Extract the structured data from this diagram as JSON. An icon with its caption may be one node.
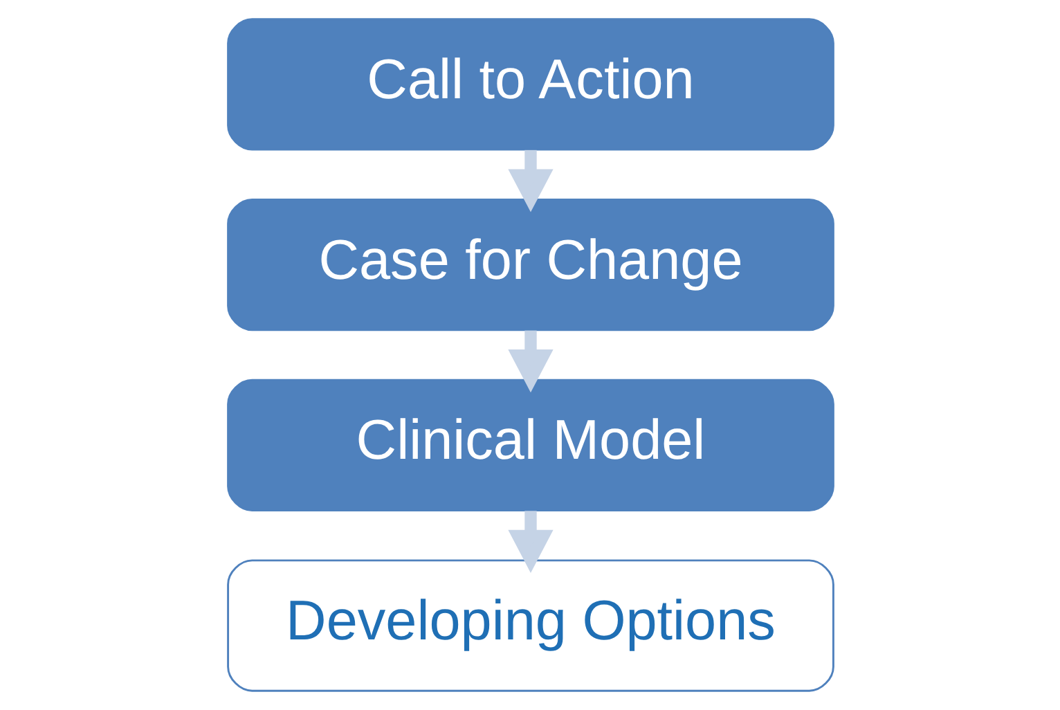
{
  "diagram": {
    "nodes": [
      {
        "text": [
          "Call to Action"
        ]
      },
      {
        "text": [
          "Case for Change"
        ]
      },
      {
        "text": [
          "Clinical Model"
        ]
      },
      {
        "text": [
          "Developing Options"
        ]
      }
    ],
    "edges": [
      {
        "from": 0,
        "to": 1,
        "arrow": "to"
      },
      {
        "from": 1,
        "to": 2,
        "arrow": "to"
      },
      {
        "from": 2,
        "to": 3,
        "arrow": "to"
      }
    ]
  }
}
